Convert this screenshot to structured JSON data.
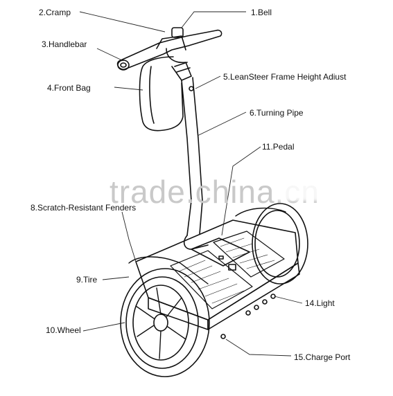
{
  "labels": {
    "bell": "1.Bell",
    "cramp": "2.Cramp",
    "handlebar": "3.Handlebar",
    "front_bag": "4.Front Bag",
    "leansteer": "5.LeanSteer Frame Height Adiust",
    "turning_pipe": "6.Turning Pipe",
    "scratch_fenders": "8.Scratch-Resistant Fenders",
    "tire": "9.Tire",
    "wheel": "10.Wheel",
    "pedal": "11.Pedal",
    "light": "14.Light",
    "charge_port": "15.Charge Port"
  },
  "watermark": "trade.china.cn"
}
